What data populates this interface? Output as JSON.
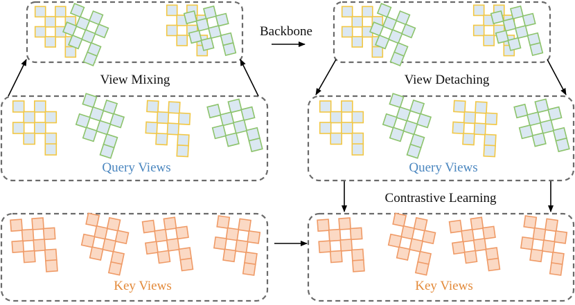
{
  "labels": {
    "backbone": "Backbone",
    "view_mixing": "View Mixing",
    "view_detaching": "View Detaching",
    "query_views_left": "Query Views",
    "query_views_right": "Query Views",
    "contrastive_learning": "Contrastive Learning",
    "key_views_left": "Key Views",
    "key_views_right": "Key Views"
  },
  "colors": {
    "query_yellow_stroke": "#f2c744",
    "query_green_stroke": "#8cc36b",
    "query_fill": "#dbe8f2",
    "key_stroke": "#ef9a66",
    "key_fill": "#fbd9c4",
    "box_stroke": "#6a6a6a",
    "query_label": "#4a86bf",
    "key_label": "#e38a3a"
  },
  "icons": [
    "patch-grid-icon",
    "arrow-icon"
  ]
}
